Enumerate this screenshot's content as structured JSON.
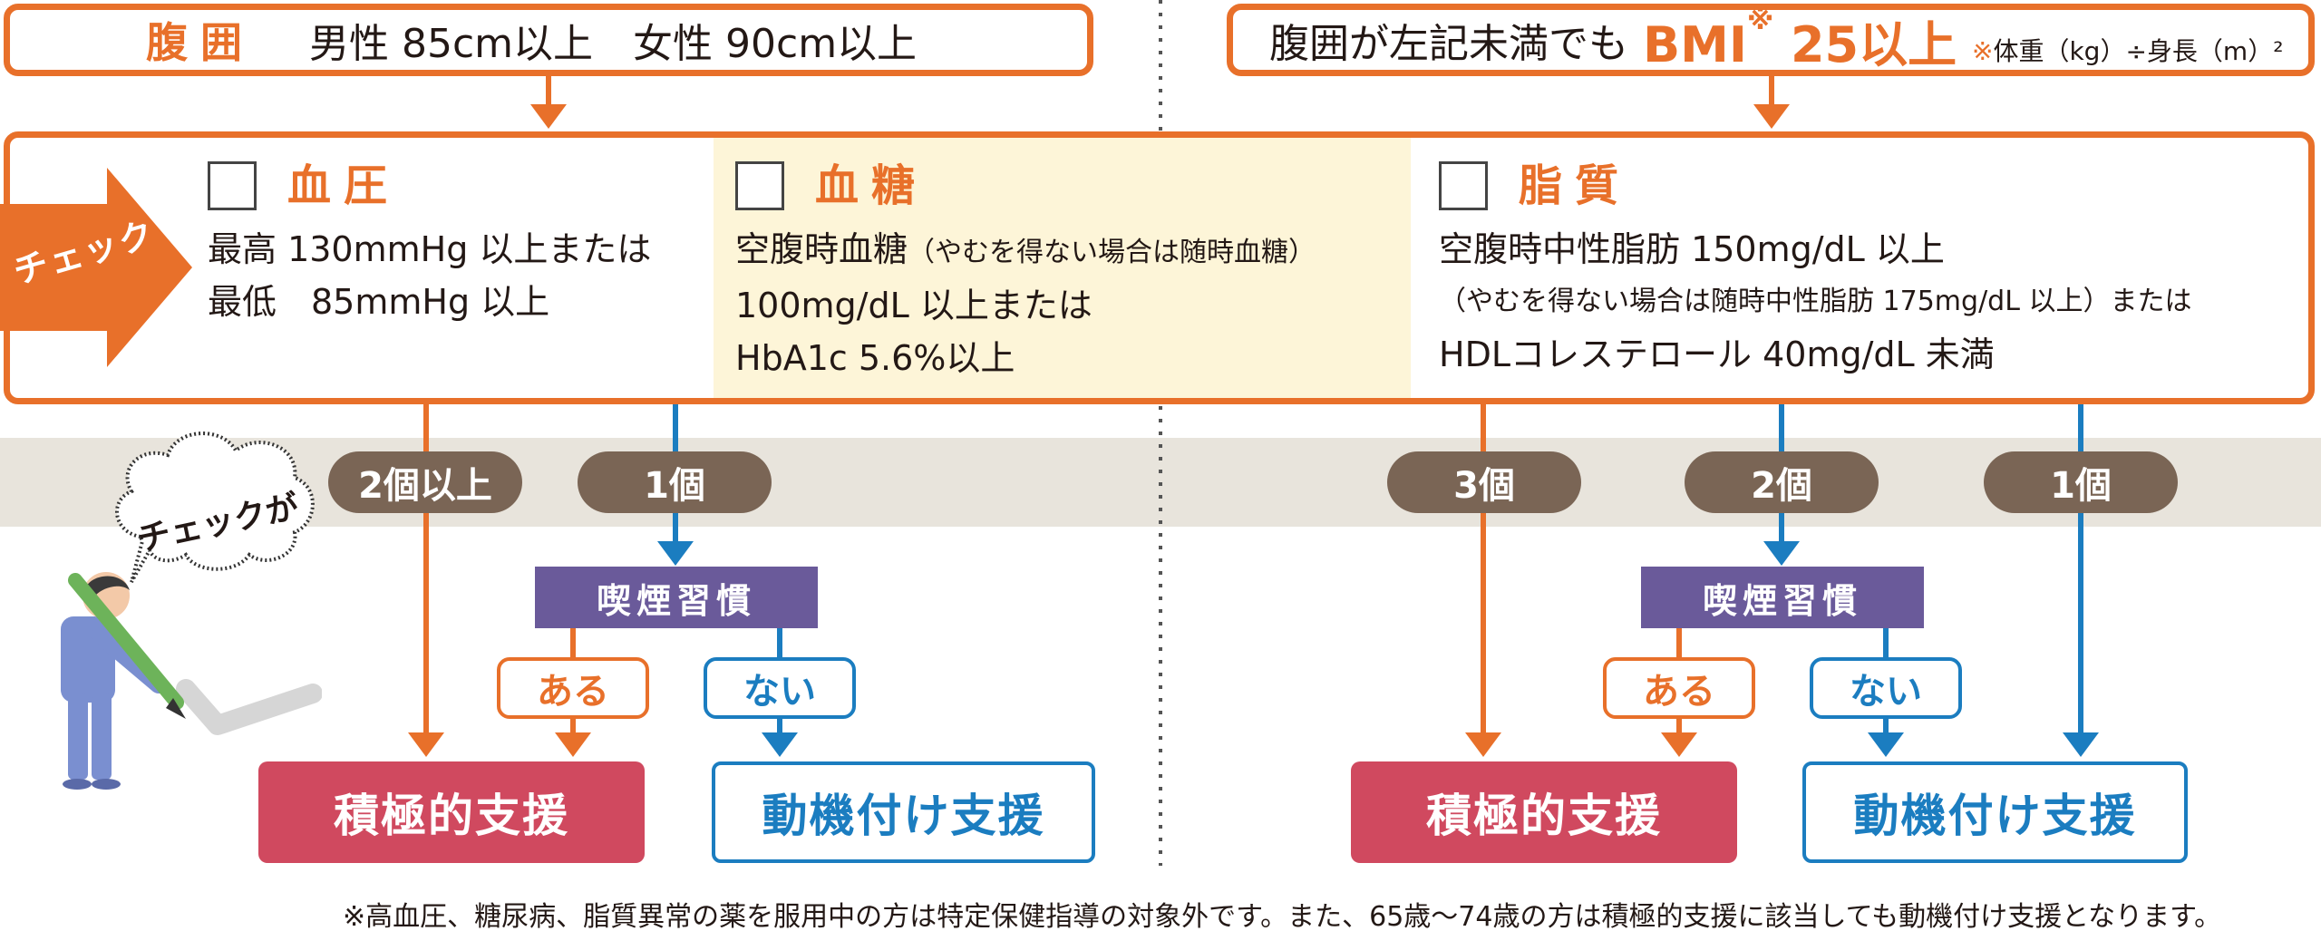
{
  "criteria": {
    "waist": {
      "label": "腹囲",
      "text": "男性 85cm以上　女性 90cm以上"
    },
    "bmi": {
      "text": "腹囲が左記未満でも",
      "highlight_pre": "BMI",
      "highlight_sup": "※",
      "highlight_post": " 25以上",
      "note_mark": "※",
      "note": "体重（kg）÷身長（m）²"
    }
  },
  "check_panel": {
    "arrow_label": "チェック",
    "categories": [
      {
        "title": "血圧",
        "lines": [
          "最高 130mmHg 以上または",
          "最低　85mmHg 以上"
        ]
      },
      {
        "title": "血糖",
        "line1_main": "空腹時血糖",
        "line1_small": "（やむを得ない場合は随時血糖）",
        "line2": "100mg/dL 以上または",
        "line3": "HbA1c 5.6%以上"
      },
      {
        "title": "脂質",
        "line1": "空腹時中性脂肪 150mg/dL 以上",
        "line2": "（やむを得ない場合は随時中性脂肪 175mg/dL 以上）または",
        "line3": "HDLコレステロール 40mg/dL 未満"
      }
    ]
  },
  "flow": {
    "bubble": "チェックが",
    "left": {
      "pill_many": "2個以上",
      "pill_one": "1個",
      "smoking": "喫煙習慣",
      "yes": "ある",
      "no": "ない",
      "result_active": "積極的支援",
      "result_motivation": "動機付け支援"
    },
    "right": {
      "pill_three": "3個",
      "pill_two": "2個",
      "pill_one": "1個",
      "smoking": "喫煙習慣",
      "yes": "ある",
      "no": "ない",
      "result_active": "積極的支援",
      "result_motivation": "動機付け支援"
    }
  },
  "footnote": "※高血圧、糖尿病、脂質異常の薬を服用中の方は特定保健指導の対象外です。また、65歳〜74歳の方は積極的支援に該当しても動機付け支援となります。",
  "colors": {
    "orange": "#e8702a",
    "blue": "#1b7dc0",
    "purple": "#6a5a9a",
    "brown_pill": "#7a6555",
    "active_red": "#d0495f",
    "sugar_bg": "#fdf5d8",
    "band_gray": "#e8e4dc"
  }
}
